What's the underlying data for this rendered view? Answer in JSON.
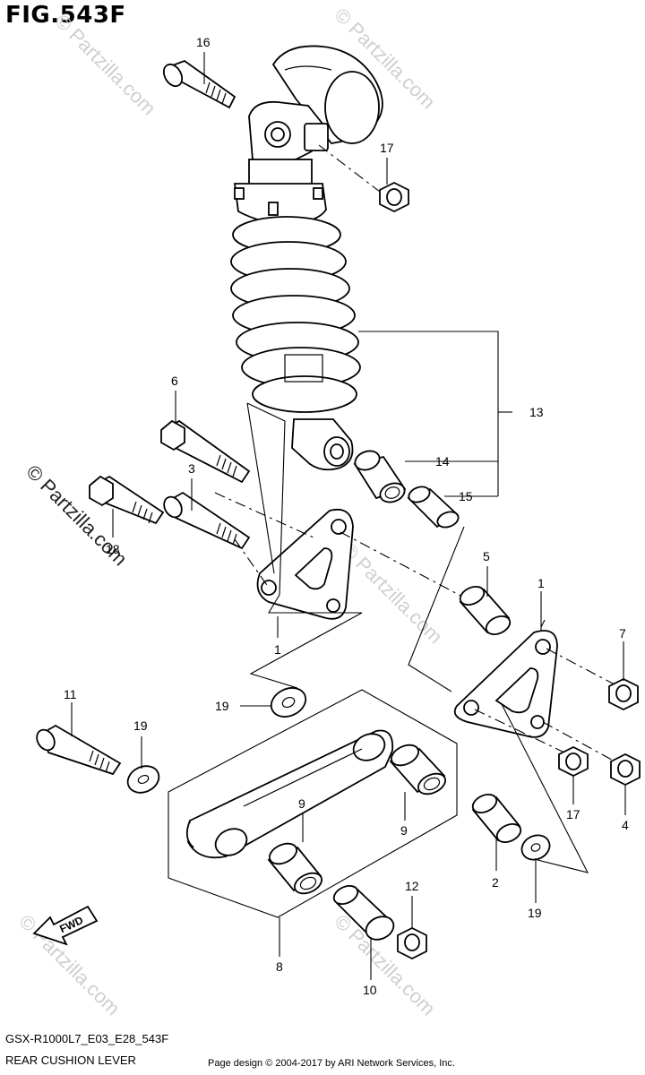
{
  "figure": {
    "title": "FIG.543F",
    "model_code": "GSX-R1000L7_E03_E28_543F",
    "section_name": "REAR CUSHION LEVER",
    "copyright": "Page design © 2004-2017 by ARI Network Services, Inc."
  },
  "watermark": {
    "text": "© Partzilla.com",
    "color": "#cfcfcf"
  },
  "fwd_label": "FWD",
  "callouts": [
    {
      "id": "c16",
      "text": "16"
    },
    {
      "id": "c17a",
      "text": "17"
    },
    {
      "id": "c13",
      "text": "13"
    },
    {
      "id": "c14",
      "text": "14"
    },
    {
      "id": "c15",
      "text": "15"
    },
    {
      "id": "c6",
      "text": "6"
    },
    {
      "id": "c3",
      "text": "3"
    },
    {
      "id": "c18",
      "text": "18"
    },
    {
      "id": "c5",
      "text": "5"
    },
    {
      "id": "c1a",
      "text": "1"
    },
    {
      "id": "c1b",
      "text": "1"
    },
    {
      "id": "c7",
      "text": "7"
    },
    {
      "id": "c19a",
      "text": "19"
    },
    {
      "id": "c11",
      "text": "11"
    },
    {
      "id": "c19b",
      "text": "19"
    },
    {
      "id": "c17b",
      "text": "17"
    },
    {
      "id": "c4",
      "text": "4"
    },
    {
      "id": "c9a",
      "text": "9"
    },
    {
      "id": "c9b",
      "text": "9"
    },
    {
      "id": "c2",
      "text": "2"
    },
    {
      "id": "c19c",
      "text": "19"
    },
    {
      "id": "c12",
      "text": "12"
    },
    {
      "id": "c8",
      "text": "8"
    },
    {
      "id": "c10",
      "text": "10"
    }
  ]
}
